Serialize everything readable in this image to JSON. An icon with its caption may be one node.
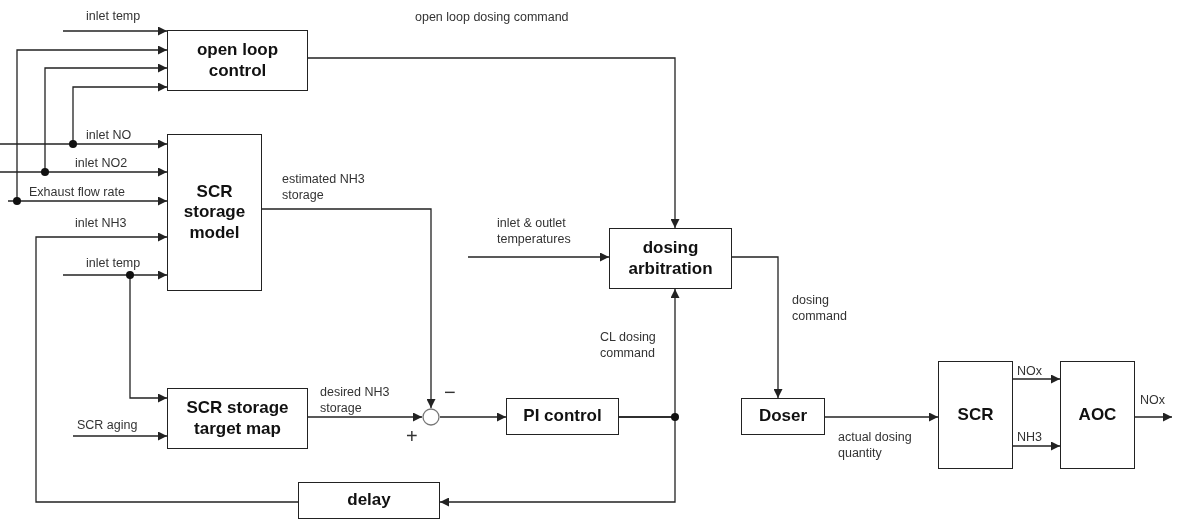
{
  "diagram": {
    "nodes": [
      {
        "text": [
          "open loop control"
        ]
      },
      {
        "text": [
          "SCR storage model"
        ]
      },
      {
        "text": [
          "SCR storage target map"
        ]
      },
      {
        "text": [],
        "shape": "circle"
      },
      {
        "text": [
          "PI control"
        ]
      },
      {
        "text": [
          "dosing arbitration"
        ]
      },
      {
        "text": [
          "delay"
        ]
      },
      {
        "text": [
          "Doser"
        ]
      },
      {
        "text": [
          "SCR"
        ]
      },
      {
        "text": [
          "AOC"
        ]
      }
    ],
    "edges": [
      {
        "from": null,
        "to": 0,
        "arrow": "to",
        "label": "inlet temp"
      },
      {
        "from": null,
        "to": 0,
        "arrow": "to"
      },
      {
        "from": null,
        "to": 0,
        "arrow": "to"
      },
      {
        "from": null,
        "to": 0,
        "arrow": "to"
      },
      {
        "from": null,
        "to": 1,
        "arrow": "to",
        "label": "inlet NO"
      },
      {
        "from": null,
        "to": 1,
        "arrow": "to",
        "label": "inlet NO2"
      },
      {
        "from": null,
        "to": 1,
        "arrow": "to",
        "label": "Exhaust flow rate"
      },
      {
        "from": 6,
        "to": 1,
        "arrow": "to",
        "label": "inlet NH3"
      },
      {
        "from": null,
        "to": 1,
        "arrow": "to",
        "label": "inlet temp"
      },
      {
        "from": null,
        "to": 2,
        "arrow": "to"
      },
      {
        "from": null,
        "to": 2,
        "arrow": "to",
        "label": "SCR aging"
      },
      {
        "from": 0,
        "to": 5,
        "arrow": "to",
        "label": "open loop dosing command"
      },
      {
        "from": 1,
        "to": 3,
        "arrow": "to",
        "label": "estimated NH3 storage"
      },
      {
        "from": 2,
        "to": 3,
        "arrow": "to",
        "label": "desired NH3 storage"
      },
      {
        "from": 3,
        "to": 4,
        "arrow": "to"
      },
      {
        "from": 4,
        "to": 5,
        "arrow": "to",
        "label": "CL dosing command"
      },
      {
        "from": 4,
        "to": 6,
        "arrow": "to"
      },
      {
        "from": null,
        "to": 5,
        "arrow": "to",
        "label": "inlet & outlet temperatures"
      },
      {
        "from": 5,
        "to": 7,
        "arrow": "to",
        "label": "dosing command"
      },
      {
        "from": 7,
        "to": 8,
        "arrow": "to",
        "label": "actual dosing quantity"
      },
      {
        "from": 8,
        "to": 9,
        "arrow": "to",
        "label": "NOx"
      },
      {
        "from": 8,
        "to": 9,
        "arrow": "to",
        "label": "NH3"
      },
      {
        "from": 9,
        "to": null,
        "arrow": "to",
        "label": "NOx"
      }
    ],
    "labels": [
      "−",
      "+"
    ]
  }
}
